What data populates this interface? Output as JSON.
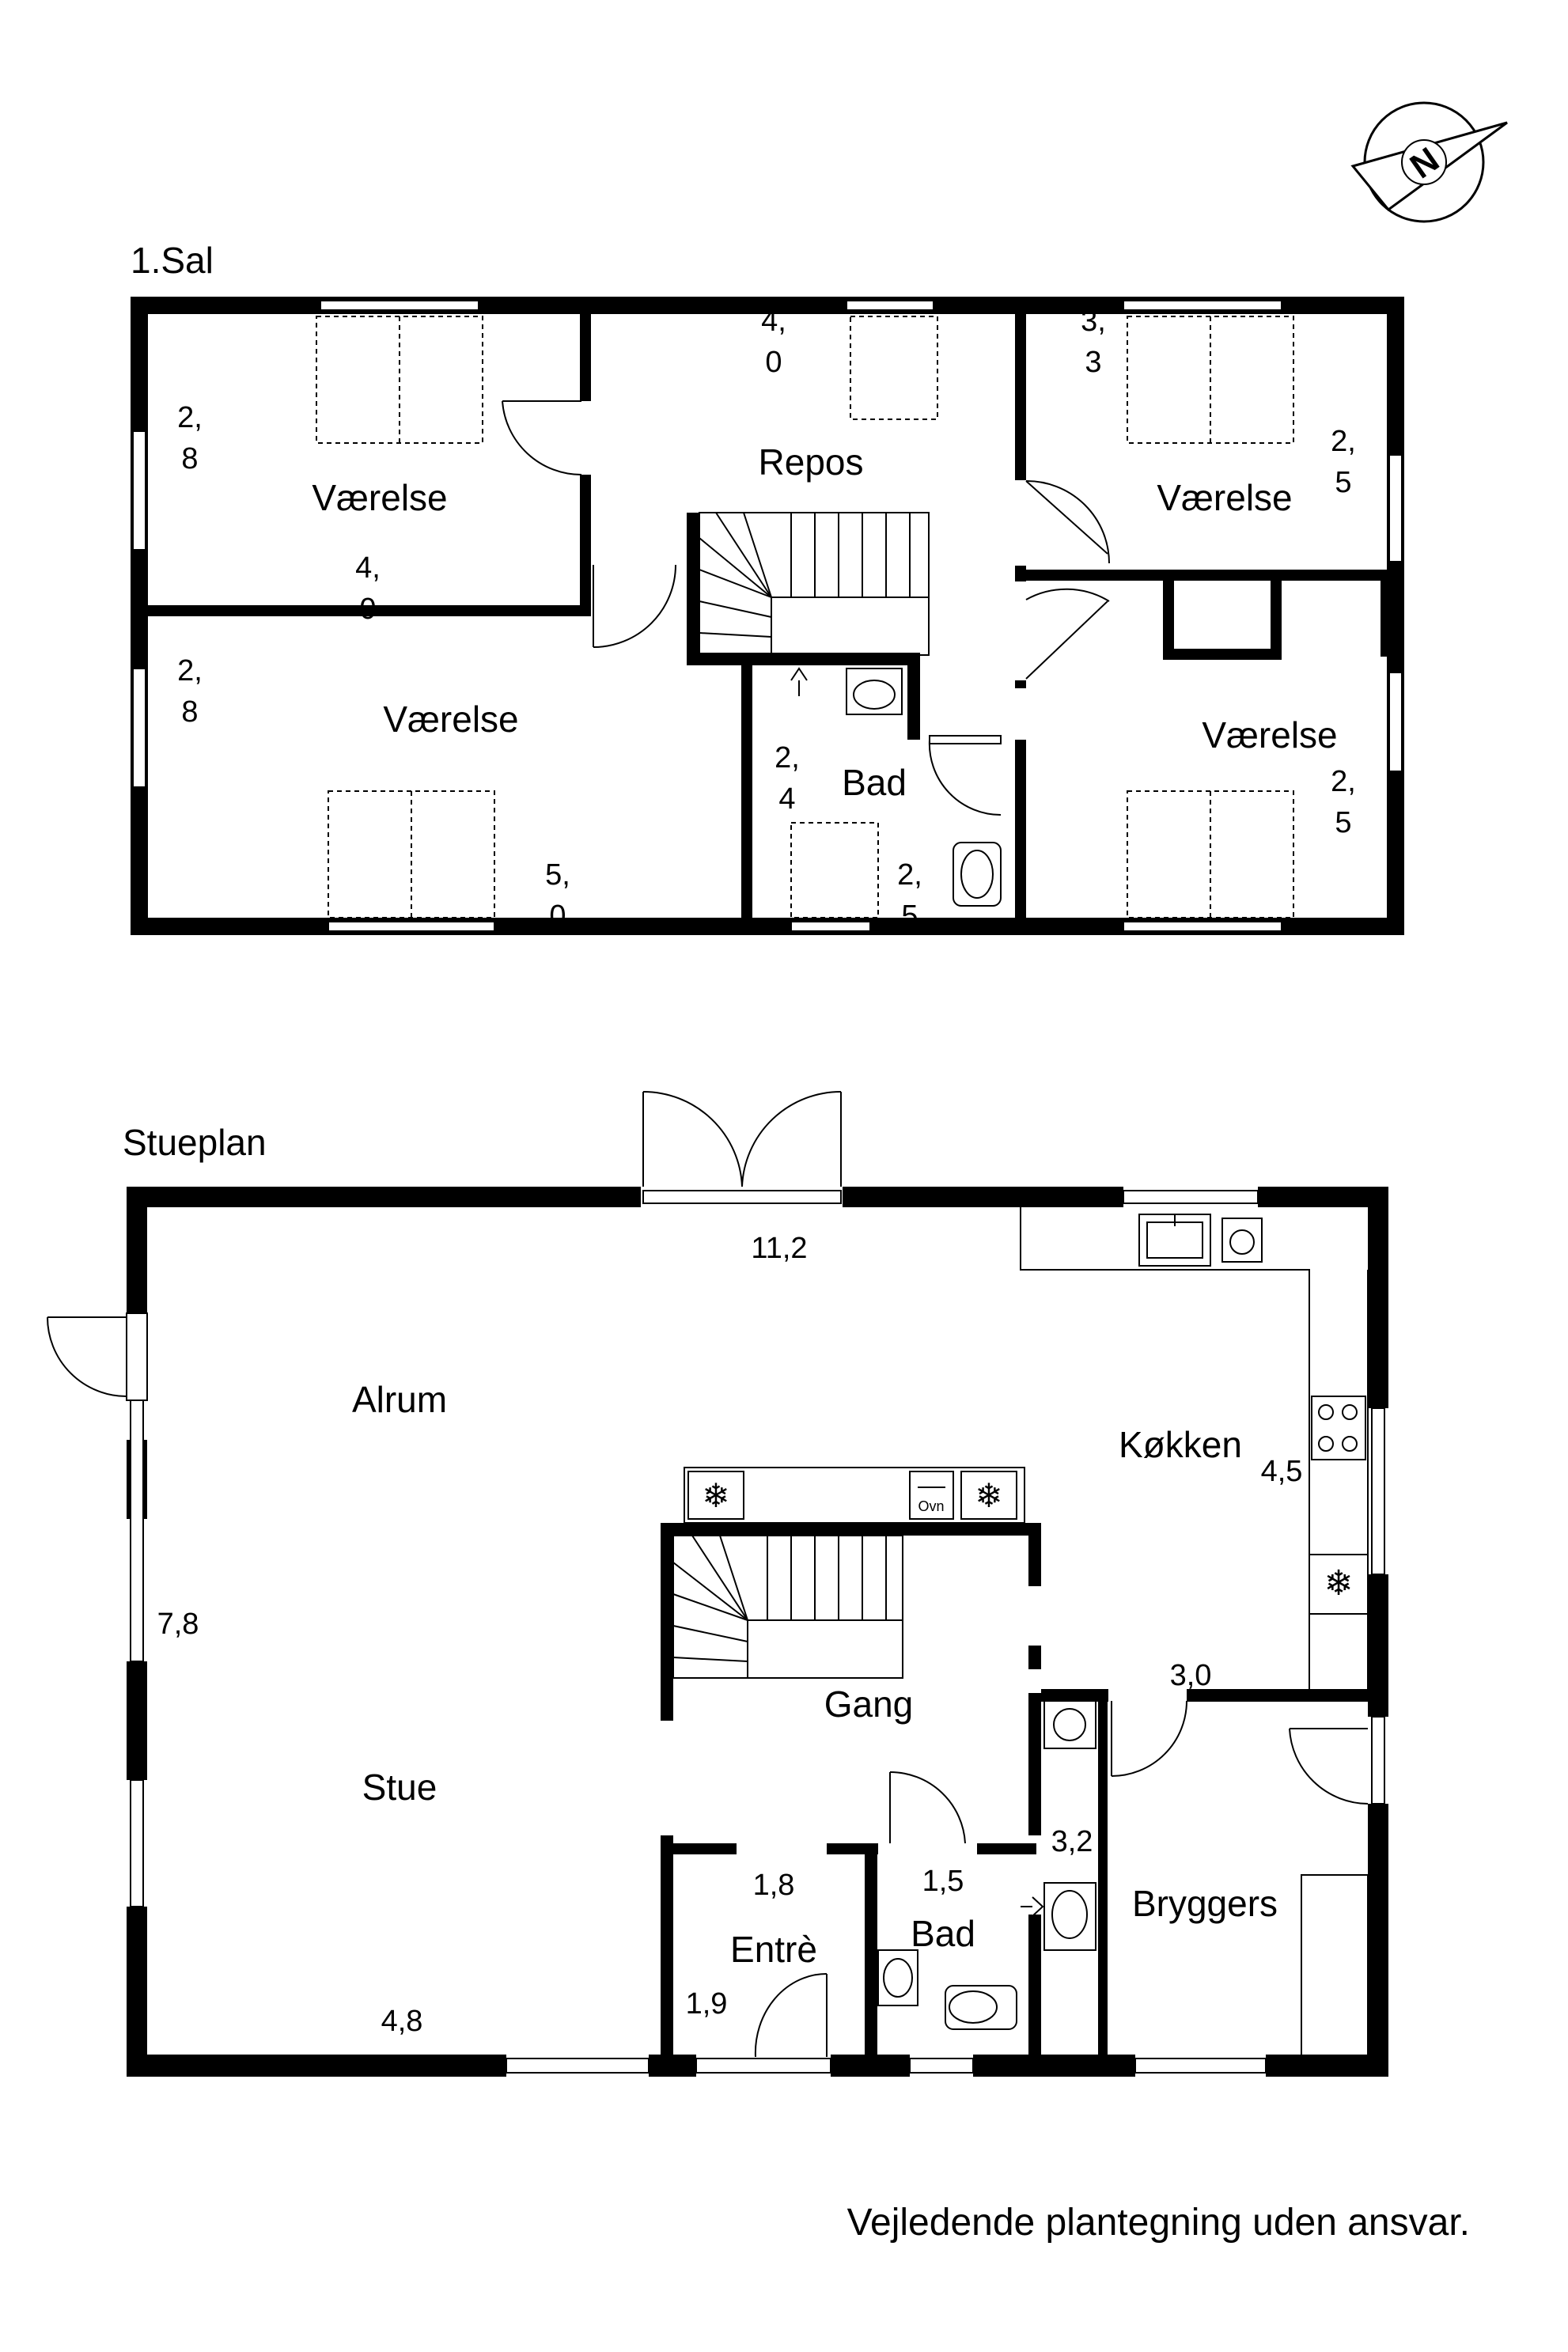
{
  "floors": {
    "upper": {
      "title": "1.Sal",
      "rooms": {
        "vaerelse_nw": "Værelse",
        "vaerelse_w": "Værelse",
        "repos": "Repos",
        "bad": "Bad",
        "vaerelse_ne": "Værelse",
        "vaerelse_e": "Værelse"
      },
      "dims": {
        "nw_h": [
          "2,",
          "8"
        ],
        "nw_w": [
          "4,",
          "0"
        ],
        "w_h": [
          "2,",
          "8"
        ],
        "w_w": [
          "5,",
          "0"
        ],
        "repos_w": [
          "4,",
          "0"
        ],
        "bad_h": [
          "2,",
          "4"
        ],
        "bad_w": [
          "2,",
          "5"
        ],
        "ne_w": [
          "3,",
          "3"
        ],
        "ne_h": [
          "2,",
          "5"
        ],
        "e_h": [
          "2,",
          "5"
        ]
      }
    },
    "ground": {
      "title": "Stueplan",
      "rooms": {
        "alrum": "Alrum",
        "stue": "Stue",
        "kokken": "Køkken",
        "gang": "Gang",
        "entre": "Entrè",
        "bad": "Bad",
        "bryggers": "Bryggers"
      },
      "dims": {
        "top": "11,2",
        "west": "7,8",
        "stue_w": "4,8",
        "kokken_d": "4,5",
        "bryggers_w": "3,0",
        "bryggers_h": "3,2",
        "entre_w": "1,8",
        "entre_h": "1,9",
        "bad_w": "1,5"
      },
      "appliance_labels": {
        "oven": "Ovn"
      }
    }
  },
  "compass": {
    "label": "N"
  },
  "disclaimer": "Vejledende plantegning uden ansvar."
}
